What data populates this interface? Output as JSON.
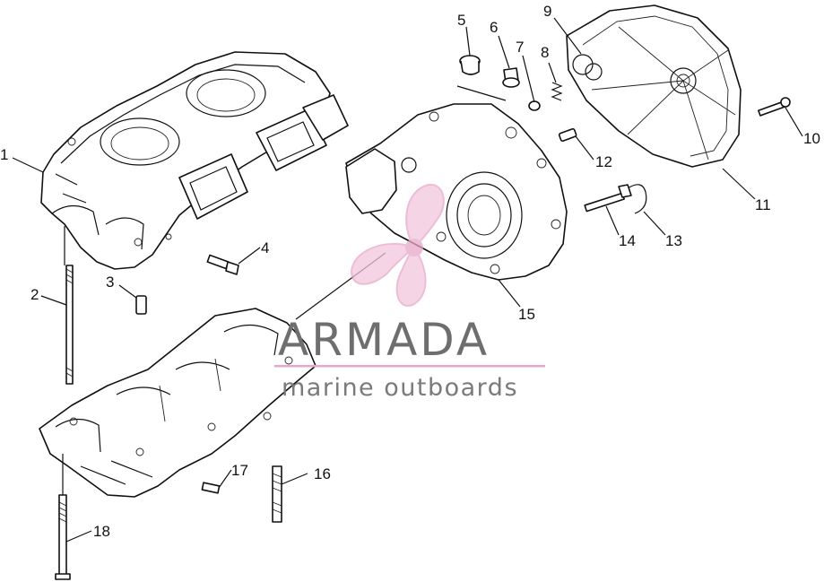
{
  "watermark": {
    "brand": "ARMADA",
    "tagline": "marine outboards",
    "accent_color": "#e6a8c8",
    "text_color": "#6e6e6e"
  },
  "callouts": [
    "1",
    "2",
    "3",
    "4",
    "5",
    "6",
    "7",
    "8",
    "9",
    "10",
    "11",
    "12",
    "13",
    "14",
    "15",
    "16",
    "17",
    "18"
  ]
}
